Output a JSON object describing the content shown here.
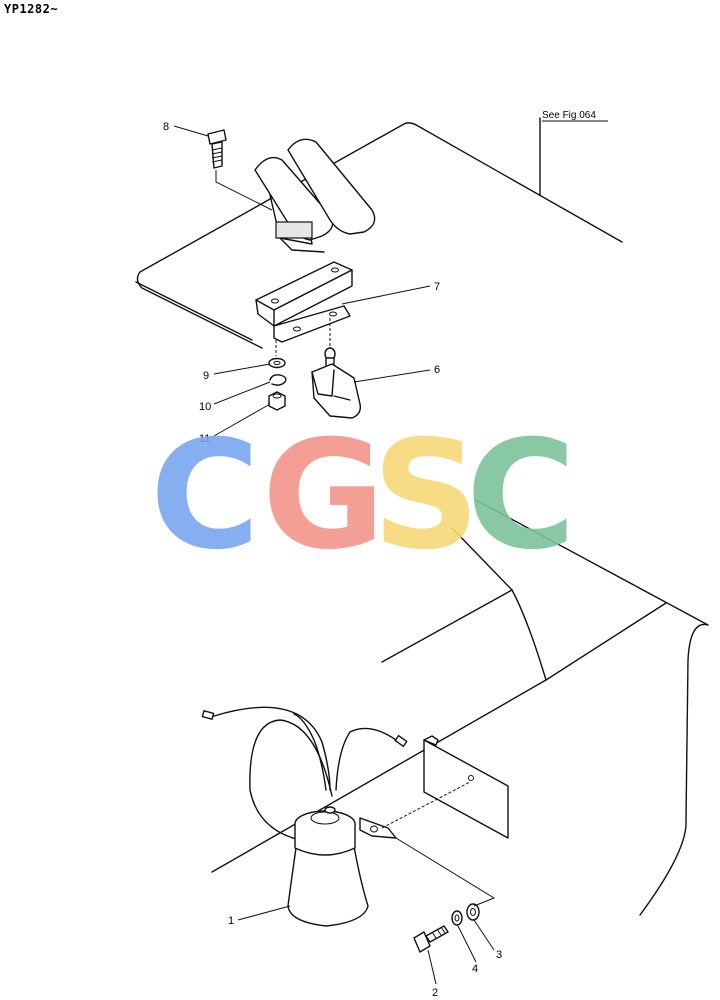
{
  "header": {
    "code": "YP1282~"
  },
  "reference": {
    "label": "See Fig 064"
  },
  "watermark": {
    "letters": [
      "C",
      "G",
      "S",
      "C"
    ],
    "colors": [
      "#7aa7f0",
      "#f2958a",
      "#f8d878",
      "#7cc49b"
    ]
  },
  "callouts": [
    {
      "id": "1",
      "label": "1"
    },
    {
      "id": "2",
      "label": "2"
    },
    {
      "id": "3",
      "label": "3"
    },
    {
      "id": "4",
      "label": "4"
    },
    {
      "id": "6",
      "label": "6"
    },
    {
      "id": "7",
      "label": "7"
    },
    {
      "id": "8",
      "label": "8"
    },
    {
      "id": "9",
      "label": "9"
    },
    {
      "id": "10",
      "label": "10"
    },
    {
      "id": "11",
      "label": "11"
    }
  ]
}
